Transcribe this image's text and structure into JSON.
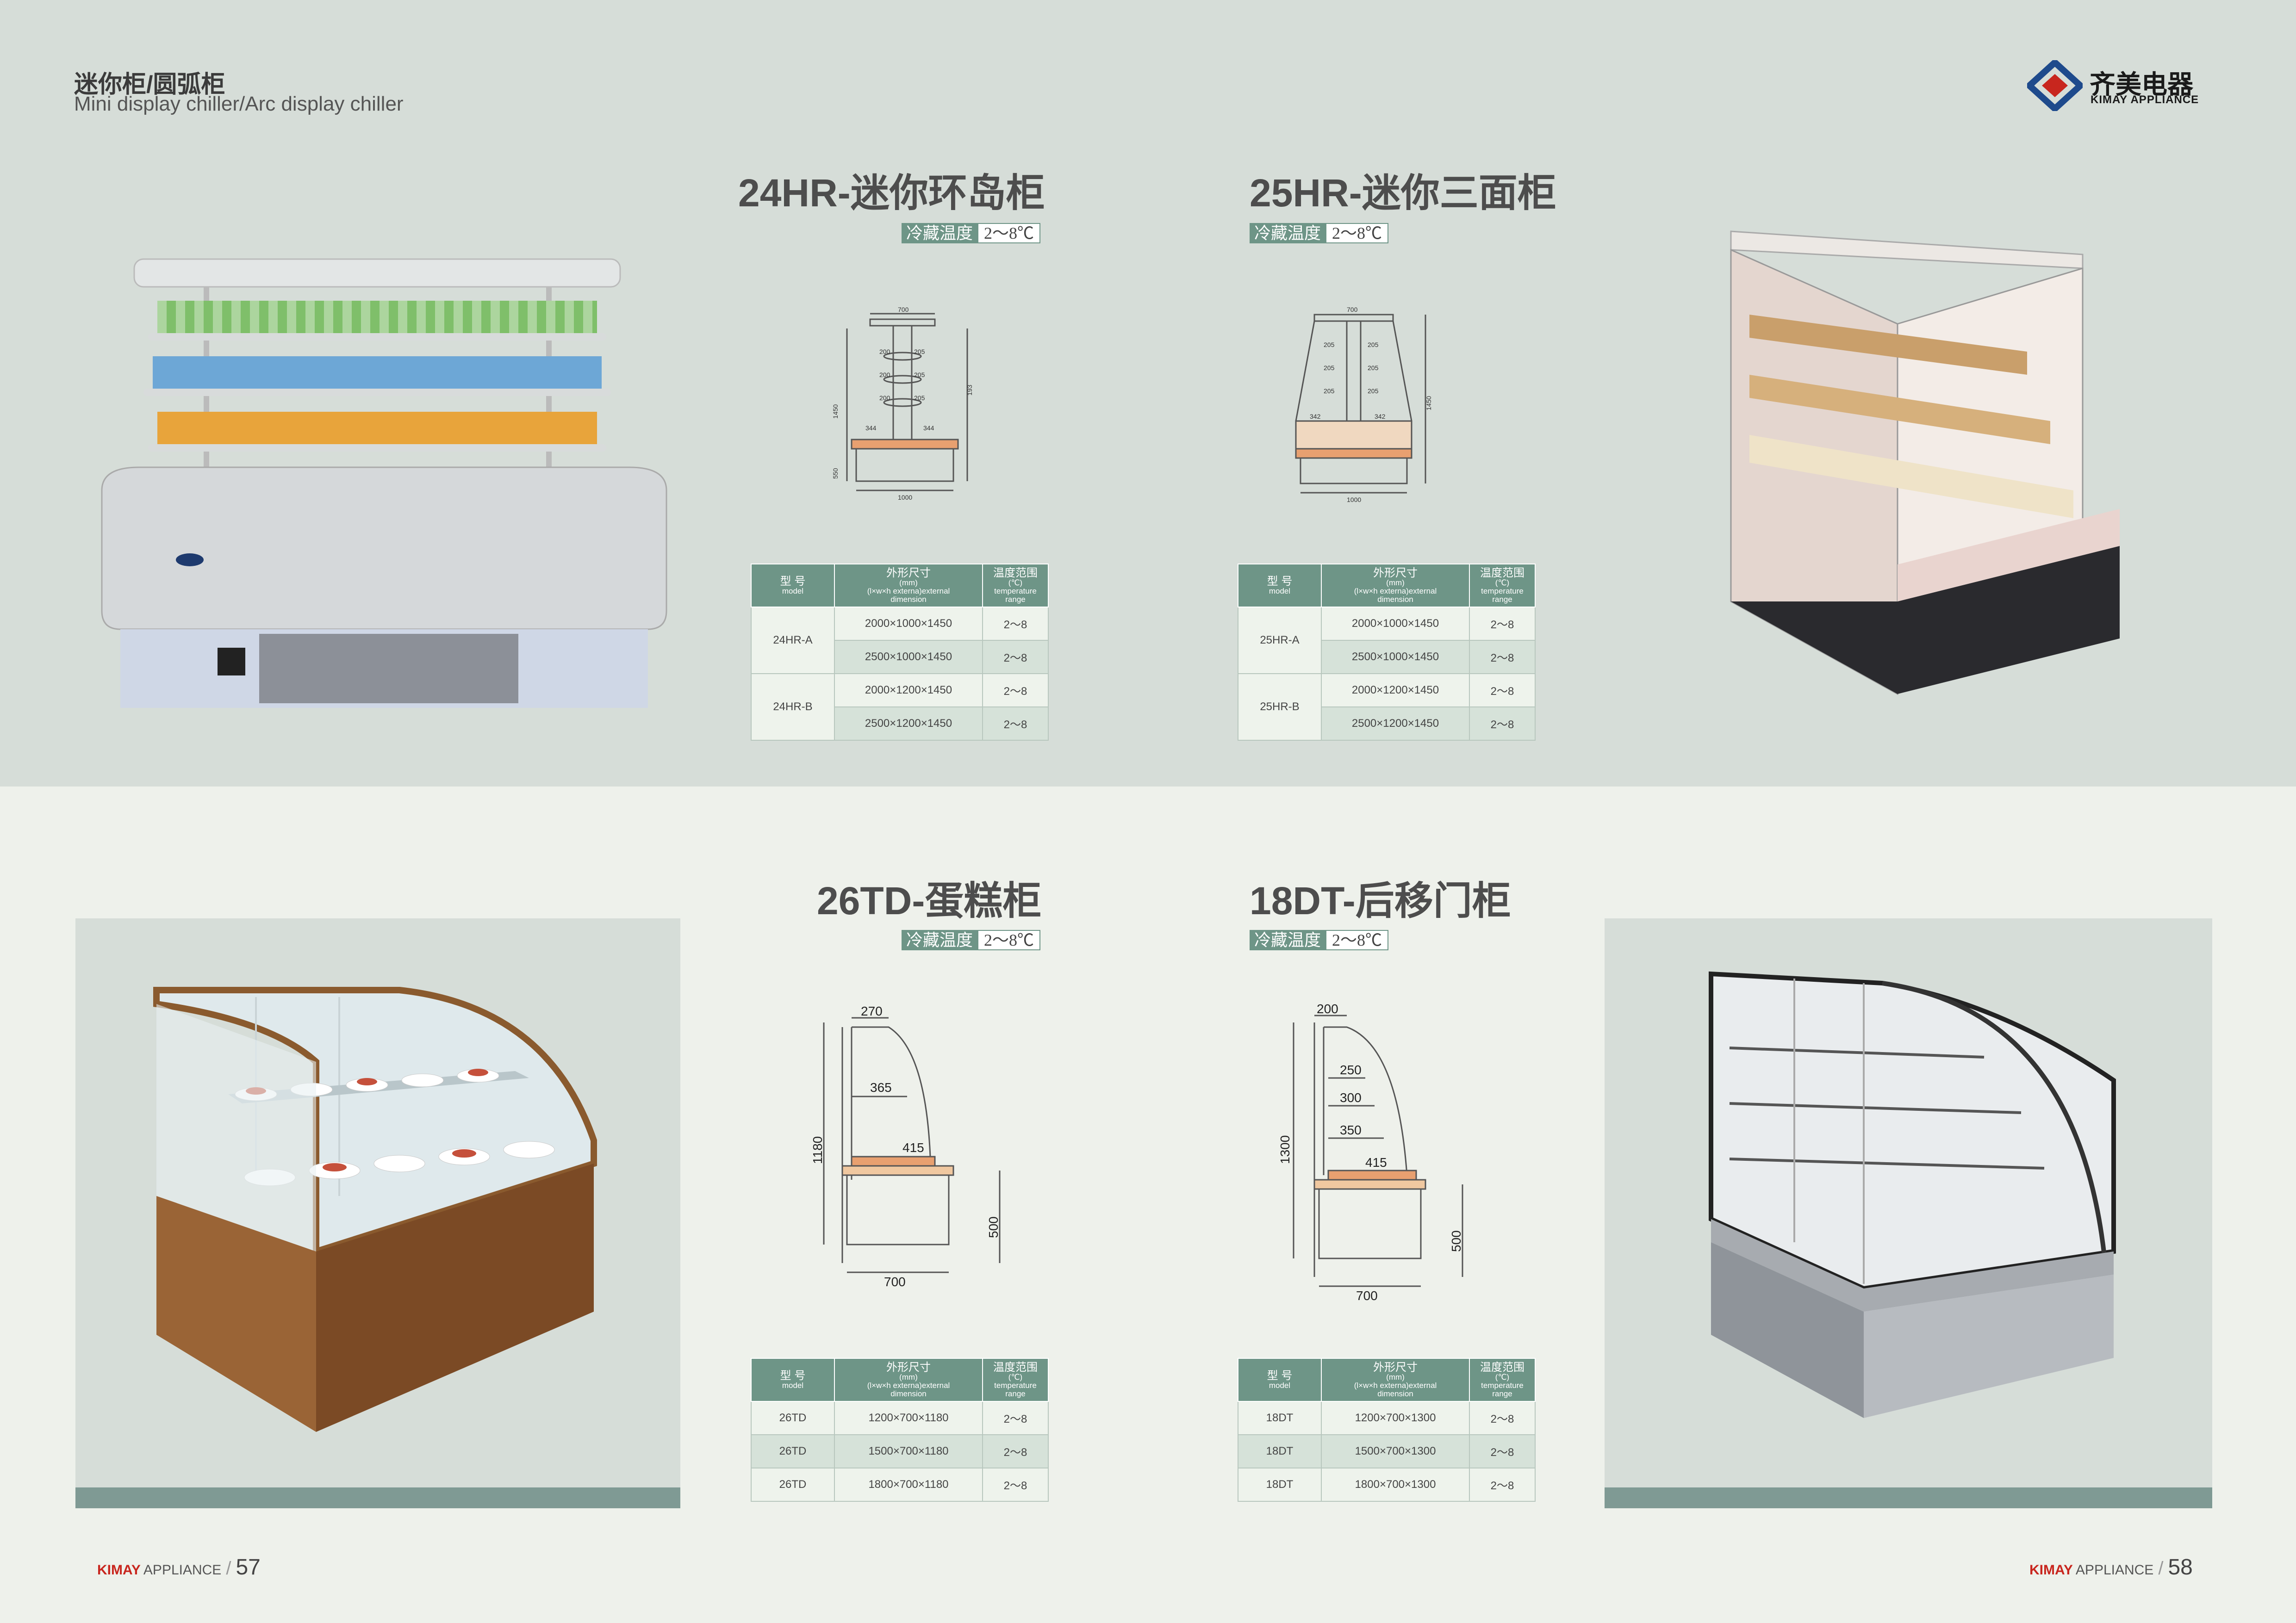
{
  "header": {
    "title_cn": "迷你柜/圆弧柜",
    "title_en": "Mini display chiller/Arc display chiller"
  },
  "brand": {
    "name_cn": "齐美电器",
    "name_en": "KIMAY APPLIANCE",
    "colors": {
      "red": "#c8261e",
      "blue": "#1e4a8c",
      "accent": "#6e9587"
    }
  },
  "temp_label": "冷藏温度",
  "temp_value": "2～8℃",
  "table_headers": {
    "model_cn": "型 号",
    "model_en": "model",
    "size_cn": "外形尺寸",
    "size_unit": "(mm)",
    "size_en1": "(l×w×h externa)external",
    "size_en2": "dimension",
    "temp_cn": "温度范围",
    "temp_unit": "(℃)",
    "temp_en1": "temperature",
    "temp_en2": "range"
  },
  "products": {
    "p24hr": {
      "title": "24HR-迷你环岛柜",
      "dims": {
        "top": "700",
        "bottom": "1000",
        "shelf": "205",
        "shelf2": "200",
        "base": "344",
        "h": "1450",
        "b": "550",
        "r": "193"
      },
      "rows": [
        {
          "model": "24HR-A",
          "size": "2000×1000×1450",
          "temp": "2～8"
        },
        {
          "model": "",
          "size": "2500×1000×1450",
          "temp": "2～8"
        },
        {
          "model": "24HR-B",
          "size": "2000×1200×1450",
          "temp": "2～8"
        },
        {
          "model": "",
          "size": "2500×1200×1450",
          "temp": "2～8"
        }
      ]
    },
    "p25hr": {
      "title": "25HR-迷你三面柜",
      "dims": {
        "top": "700",
        "bottom": "1000",
        "shelf": "205",
        "base": "342",
        "h": "1450"
      },
      "rows": [
        {
          "model": "25HR-A",
          "size": "2000×1000×1450",
          "temp": "2～8"
        },
        {
          "model": "",
          "size": "2500×1000×1450",
          "temp": "2～8"
        },
        {
          "model": "25HR-B",
          "size": "2000×1200×1450",
          "temp": "2～8"
        },
        {
          "model": "",
          "size": "2500×1200×1450",
          "temp": "2～8"
        }
      ]
    },
    "p26td": {
      "title": "26TD-蛋糕柜",
      "dims": {
        "top": "270",
        "s1": "365",
        "s2": "415",
        "h": "1180",
        "b": "500",
        "w": "700"
      },
      "rows": [
        {
          "model": "26TD",
          "size": "1200×700×1180",
          "temp": "2～8"
        },
        {
          "model": "26TD",
          "size": "1500×700×1180",
          "temp": "2～8"
        },
        {
          "model": "26TD",
          "size": "1800×700×1180",
          "temp": "2～8"
        }
      ]
    },
    "p18dt": {
      "title": "18DT-后移门柜",
      "dims": {
        "top": "200",
        "s1": "250",
        "s2": "300",
        "s3": "350",
        "s4": "415",
        "h": "1300",
        "b": "500",
        "w": "700"
      },
      "rows": [
        {
          "model": "18DT",
          "size": "1200×700×1300",
          "temp": "2～8"
        },
        {
          "model": "18DT",
          "size": "1500×700×1300",
          "temp": "2～8"
        },
        {
          "model": "18DT",
          "size": "1800×700×1300",
          "temp": "2～8"
        }
      ]
    }
  },
  "footer": {
    "brand": "KIMAY",
    "appliance": "APPLIANCE",
    "slash": "/",
    "page_left": "57",
    "page_right": "58"
  }
}
